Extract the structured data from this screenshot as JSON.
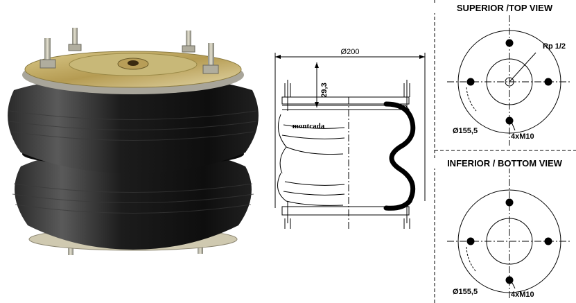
{
  "section": {
    "diameter_label": "Ø200",
    "height_label": "29,3",
    "brand_label": "montcada"
  },
  "top_view": {
    "title": "SUPERIOR /TOP VIEW",
    "port_label": "Rp 1/2",
    "bolt_circle_label": "Ø155,5",
    "bolts_label": "4xM10"
  },
  "bottom_view": {
    "title": "INFERIOR / BOTTOM VIEW",
    "bolt_circle_label": "Ø155,5",
    "bolts_label": "4xM10"
  },
  "colors": {
    "rubber": "#141414",
    "plate_gold": "#c9b36a",
    "plate_silver": "#d8d6cc",
    "line": "#000000"
  }
}
